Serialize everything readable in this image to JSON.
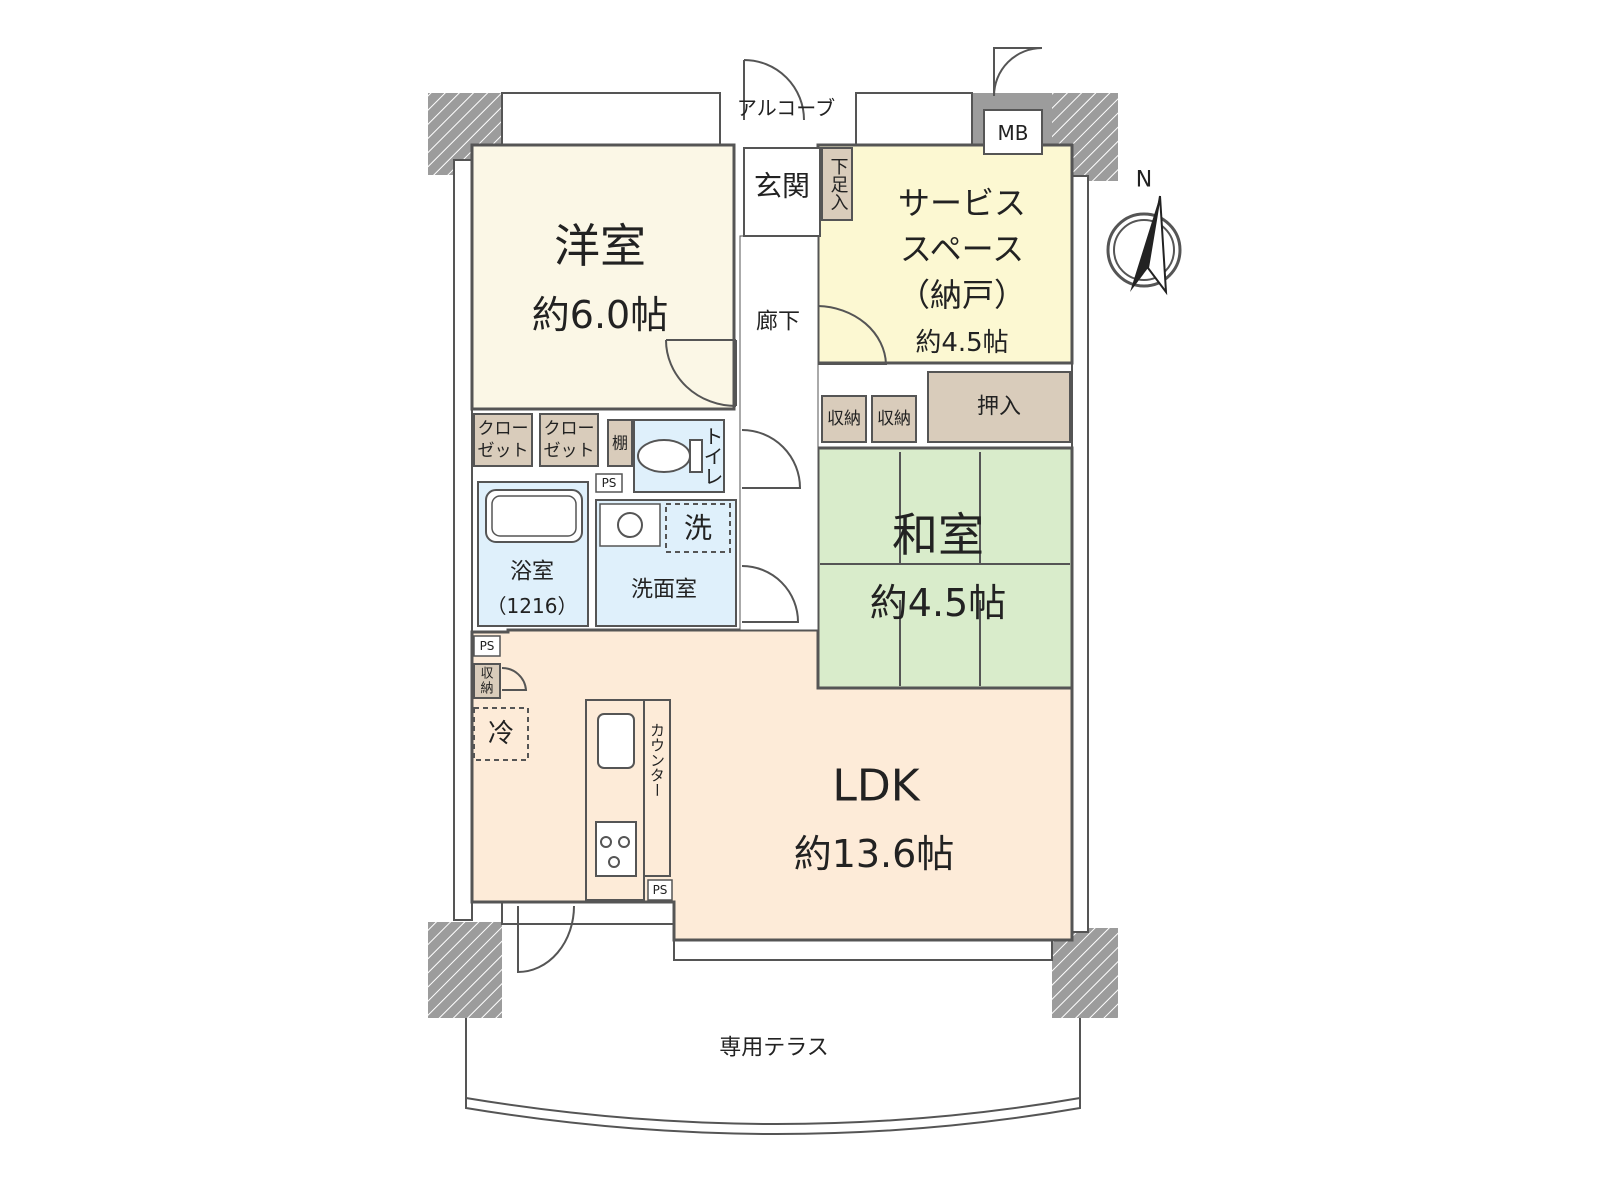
{
  "colors": {
    "western": "#fbf7e6",
    "service": "#fcf8d2",
    "japanese": "#d9eccb",
    "ldk": "#fdebd8",
    "wet": "#dff0fb",
    "storage": "#d9ccbb",
    "wall": "#9c9c9c",
    "line": "#555555",
    "white": "#ffffff"
  },
  "compass": {
    "north_label": "N"
  },
  "rooms": {
    "western": {
      "name": "洋室",
      "area": "約6.0帖"
    },
    "service": {
      "name_line1": "サービス",
      "name_line2": "スペース",
      "name_line3": "（納戸）",
      "area": "約4.5帖"
    },
    "japanese": {
      "name": "和室",
      "area": "約4.5帖"
    },
    "ldk": {
      "name": "LDK",
      "area": "約13.6帖"
    },
    "bath": {
      "name": "浴室",
      "size": "（1216）"
    },
    "washroom": {
      "name": "洗面室"
    }
  },
  "labels": {
    "alcove": "アルコーブ",
    "mb": "MB",
    "entrance": "玄関",
    "shoe_box": "下足入",
    "hallway": "廊下",
    "closet": "クローゼット",
    "closet_line1": "クロー",
    "closet_line2": "ゼット",
    "shelf": "棚",
    "toilet": "トイレ",
    "ps": "PS",
    "washer": "洗",
    "storage": "収納",
    "storage_line1": "収",
    "storage_line2": "納",
    "oshiire": "押入",
    "fridge": "冷",
    "counter": "カウンター",
    "terrace": "専用テラス"
  }
}
